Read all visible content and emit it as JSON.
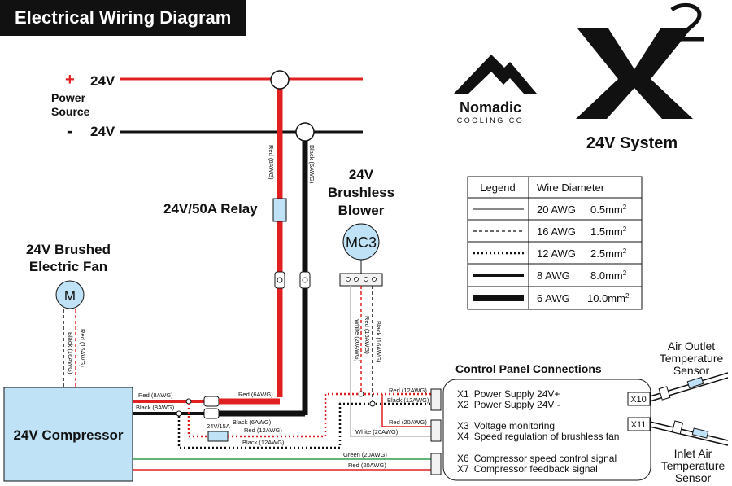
{
  "title": "Electrical Wiring Diagram",
  "power": {
    "plus_sign": "+",
    "minus_sign": "-",
    "plus_voltage": "24V",
    "minus_voltage": "24V",
    "label_line1": "Power",
    "label_line2": "Source"
  },
  "relay": {
    "label": "24V/50A Relay"
  },
  "fan": {
    "title_line1": "24V Brushed",
    "title_line2": "Electric Fan",
    "symbol": "M"
  },
  "blower": {
    "title_line1": "24V",
    "title_line2": "Brushless",
    "title_line3": "Blower",
    "symbol": "MC3"
  },
  "compressor": {
    "label": "24V Compressor"
  },
  "fuse": {
    "label": "24V/15A"
  },
  "brand": {
    "name": "Nomadic",
    "sub": "COOLING CO",
    "system": "24V System",
    "logo_icon": "mountain-icon",
    "x_logo_icon": "x2-logo-icon"
  },
  "legend": {
    "header_col1": "Legend",
    "header_col2": "Wire Diameter",
    "rows": [
      {
        "awg": "20 AWG",
        "mm": "0.5mm",
        "sup": "2"
      },
      {
        "awg": "16 AWG",
        "mm": "1.5mm",
        "sup": "2"
      },
      {
        "awg": "12 AWG",
        "mm": "2.5mm",
        "sup": "2"
      },
      {
        "awg": "8 AWG",
        "mm": "8.0mm",
        "sup": "2"
      },
      {
        "awg": "6 AWG",
        "mm": "10.0mm",
        "sup": "2"
      }
    ]
  },
  "control_panel": {
    "title": "Control Panel Connections",
    "rows": [
      {
        "id": "X1",
        "text": "Power Supply 24V+"
      },
      {
        "id": "X2",
        "text": "Power Supply 24V -"
      },
      {
        "id": "X3",
        "text": "Voltage monitoring"
      },
      {
        "id": "X4",
        "text": "Speed regulation of brushless fan"
      },
      {
        "id": "X6",
        "text": "Compressor speed control signal"
      },
      {
        "id": "X7",
        "text": "Compressor feedback signal"
      }
    ],
    "x10": "X10",
    "x11": "X11"
  },
  "sensors": {
    "outlet_line1": "Air Outlet",
    "outlet_line2": "Temperature",
    "outlet_line3": "Sensor",
    "inlet_line1": "Inlet Air",
    "inlet_line2": "Temperature",
    "inlet_line3": "Sensor"
  },
  "wire_labels": {
    "red_6awg_vertical": "Red (6AWG)",
    "black_6awg_vertical": "Black (6AWG)",
    "fan_black": "Black (16AWG)",
    "fan_red": "Red (16AWG)",
    "blower_white": "White (20AWG)",
    "blower_red": "Red (16AWG)",
    "blower_black": "Black (16AWG)",
    "comp_red_8": "Red (8AWG)",
    "comp_black_8": "Black (8AWG)",
    "red_6awg_horizontal": "Red (6AWG)",
    "black_6awg_horizontal": "Black (6AWG)",
    "red_12_top": "Red (12AWG)",
    "black_12_top": "Black (12AWG)",
    "red_12_mid": "Red (12AWG)",
    "black_12_low": "Black (12AWG)",
    "red_20_mid": "Red (20AWG)",
    "white_20": "White (20AWG)",
    "green_20": "Green (20AWG)",
    "red_20_low": "Red (20AWG)"
  },
  "colors": {
    "red": "#e02020",
    "black": "#111111",
    "green": "#2e9e4f",
    "white_wire": "#c8c8c8",
    "component_fill": "#bfe2f6",
    "title_bar": "#111111"
  }
}
